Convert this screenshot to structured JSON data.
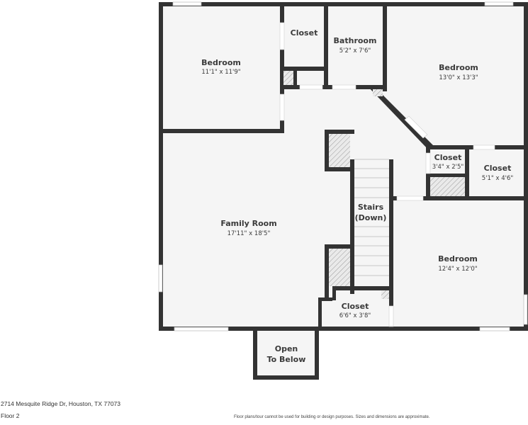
{
  "floorplan": {
    "floor_label": "Floor 2",
    "address": "2714 Mesquite Ridge Dr, Houston, TX 77073",
    "disclaimer": "Floor plans/tour cannot be used for building or design purposes. Sizes and dimensions are approximate.",
    "colors": {
      "wall": "#333333",
      "room": "#f5f5f5",
      "background": "#ffffff"
    },
    "rooms": [
      {
        "name": "Bedroom",
        "dimensions": "11'1\" x 11'9\""
      },
      {
        "name": "Closet",
        "dimensions": ""
      },
      {
        "name": "Bathroom",
        "dimensions": "5'2\" x 7'6\""
      },
      {
        "name": "Bedroom",
        "dimensions": "13'0\" x 13'3\""
      },
      {
        "name": "Closet",
        "dimensions": "3'4\" x 2'5\""
      },
      {
        "name": "Closet",
        "dimensions": "5'1\" x 4'6\""
      },
      {
        "name": "Family Room",
        "dimensions": "17'11\" x 18'5\""
      },
      {
        "name": "Stairs",
        "dimensions": "(Down)"
      },
      {
        "name": "Bedroom",
        "dimensions": "12'4\" x 12'0\""
      },
      {
        "name": "Closet",
        "dimensions": "6'6\" x 3'8\""
      },
      {
        "name": "Open",
        "dimensions": "To Below"
      }
    ]
  }
}
